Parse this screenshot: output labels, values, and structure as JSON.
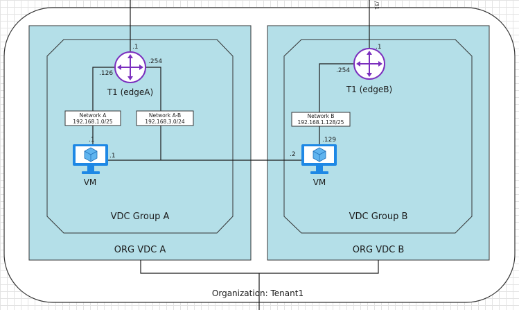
{
  "organization": {
    "label": "Organization: Tenant1"
  },
  "org_vdcs": [
    {
      "label": "ORG VDC A"
    },
    {
      "label": "ORG VDC B"
    }
  ],
  "vdc_groups": [
    {
      "label": "VDC Group A"
    },
    {
      "label": "VDC Group B"
    }
  ],
  "routers": [
    {
      "name": "T1 (edgeA)",
      "uplink_ip": ".1",
      "iface_left_ip": ".126",
      "iface_right_ip": ".254"
    },
    {
      "name": "T1 (edgeB)",
      "uplink_ip": ".1",
      "iface_left_ip": ".254"
    }
  ],
  "networks": [
    {
      "name": "Network A",
      "cidr": "192.168.1.0/25"
    },
    {
      "name": "Network A-B",
      "cidr": "192.168.3.0/24"
    },
    {
      "name": "Network B",
      "cidr": "192.168.1.128/25"
    }
  ],
  "vms": [
    {
      "label": "VM",
      "top_ip": ".1",
      "side_ip": ".1"
    },
    {
      "label": "VM",
      "top_ip": ".129",
      "side_ip": ".2"
    }
  ],
  "top_right_cut_text": "/31",
  "colors": {
    "vdc_fill": "#b4dfe8",
    "router_stroke": "#7b2fbe",
    "vm_monitor": "#1e88e5",
    "vm_cube": "#5fb4ef",
    "line": "#1a1a1a"
  }
}
